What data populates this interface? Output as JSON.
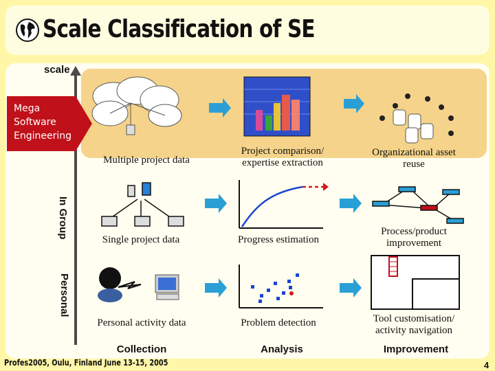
{
  "title": "Scale Classification of SE",
  "scale_label": "scale",
  "levels": {
    "mega": "Mega\nSoftware\nEngineering",
    "group": "In Group",
    "personal": "Personal"
  },
  "columns": {
    "collection": "Collection",
    "analysis": "Analysis",
    "improvement": "Improvement"
  },
  "cells": {
    "multiple_project_data": "Multiple project data",
    "project_comparison": "Project comparison/\nexpertise extraction",
    "organizational_reuse": "Organizational asset\nreuse",
    "single_project_data": "Single project data",
    "progress_estimation": "Progress estimation",
    "process_improvement": "Process/product\nimprovement",
    "personal_activity_data": "Personal activity data",
    "problem_detection": "Problem detection",
    "tool_customisation": "Tool customisation/\nactivity navigation"
  },
  "footer": "Profes2005, Oulu, Finland June 13-15, 2005",
  "page_number": "4",
  "colors": {
    "arrow": "#2a9fd6",
    "mega_bg": "#c0101a",
    "band": "#f5d38a",
    "slide_bg": "#fff6a8"
  }
}
